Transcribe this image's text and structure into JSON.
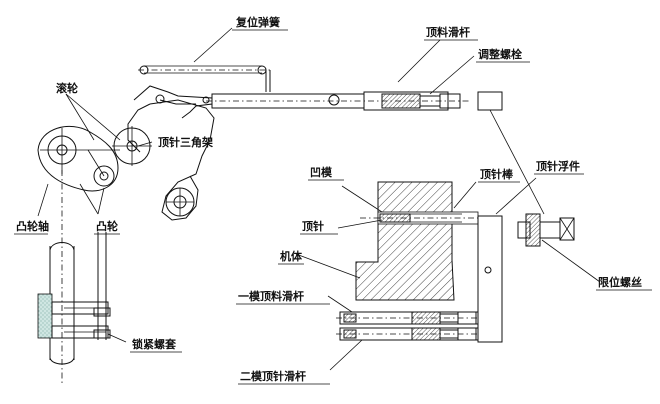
{
  "labels": {
    "reset_spring": "复位弹簧",
    "push_rod": "顶料滑杆",
    "adjust_bolt": "调整螺栓",
    "roller": "滚轮",
    "triangle_plate": "顶针三角架",
    "cam_shaft": "凸轮轴",
    "cam": "凸轮",
    "lock_nut": "锁紧螺套",
    "die": "凹模",
    "ejector_rod": "顶针棒",
    "ejector_plate": "顶针浮件",
    "ejector_pin": "顶针",
    "body": "机体",
    "limit_screw": "限位螺丝",
    "first_die_rod": "一模顶料滑杆",
    "second_die_rod": "二模顶针滑杆"
  }
}
